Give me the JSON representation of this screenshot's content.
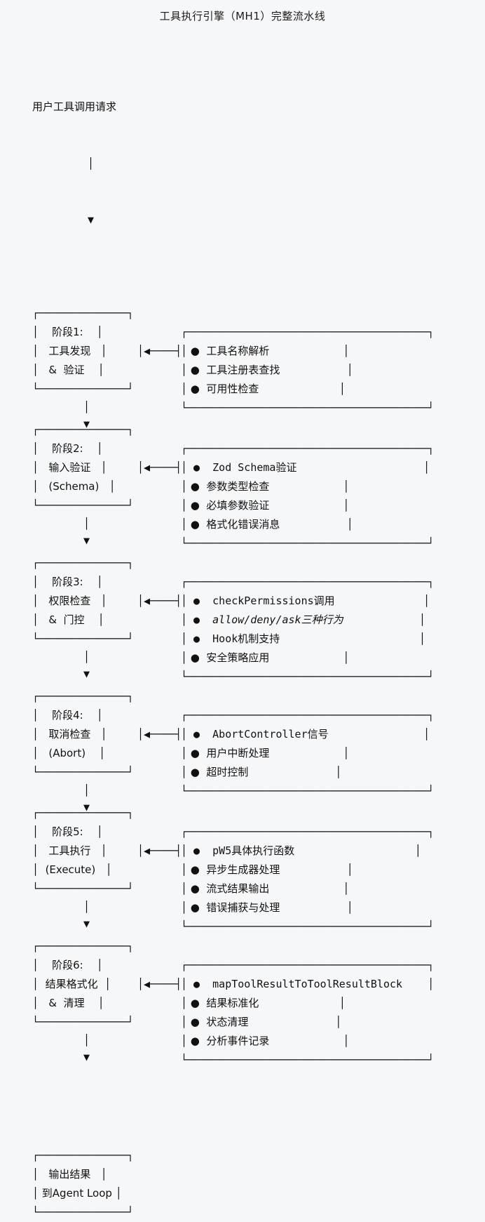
{
  "title": "工具执行引擎（MH1）完整流水线",
  "entry": {
    "label": "用户工具调用请求",
    "connector_bar": "│",
    "connector_arrow": "▼"
  },
  "glyphs": {
    "box_top": "┌──────────────┐",
    "box_bottom": "└──────────────┘",
    "pipe": "│",
    "bullet": "●",
    "down_bar": "│",
    "down_arrow": "▼",
    "link_arrow": "│◀────┤",
    "detail_top": "┌──────────────────────────────────────┐",
    "detail_bottom": "└──────────────────────────────────────┘"
  },
  "stages": [
    {
      "id": "stage-1",
      "box_lines": [
        "阶段1:",
        "工具发现",
        "&  验证"
      ],
      "details": [
        "工具名称解析",
        "工具注册表查找",
        "可用性检查"
      ],
      "detail_mono": [
        false,
        false,
        false
      ],
      "detail_italic": [
        false,
        false,
        false
      ]
    },
    {
      "id": "stage-2",
      "box_lines": [
        "阶段2:",
        "输入验证",
        "(Schema)"
      ],
      "details": [
        "Zod Schema验证",
        "参数类型检查",
        "必填参数验证",
        "格式化错误消息"
      ],
      "detail_mono": [
        true,
        false,
        false,
        false
      ],
      "detail_italic": [
        false,
        false,
        false,
        false
      ]
    },
    {
      "id": "stage-3",
      "box_lines": [
        "阶段3:",
        "权限检查",
        "&  门控"
      ],
      "details": [
        "checkPermissions调用",
        "allow/deny/ask三种行为",
        "Hook机制支持",
        "安全策略应用"
      ],
      "detail_mono": [
        true,
        true,
        true,
        false
      ],
      "detail_italic": [
        false,
        true,
        false,
        false
      ]
    },
    {
      "id": "stage-4",
      "box_lines": [
        "阶段4:",
        "取消检查",
        "(Abort)"
      ],
      "details": [
        "AbortController信号",
        "用户中断处理",
        "超时控制"
      ],
      "detail_mono": [
        true,
        false,
        false
      ],
      "detail_italic": [
        false,
        false,
        false
      ]
    },
    {
      "id": "stage-5",
      "box_lines": [
        "阶段5:",
        "工具执行",
        "(Execute)"
      ],
      "details": [
        "pW5具体执行函数",
        "异步生成器处理",
        "流式结果输出",
        "错误捕获与处理"
      ],
      "detail_mono": [
        true,
        false,
        false,
        false
      ],
      "detail_italic": [
        false,
        false,
        false,
        false
      ]
    },
    {
      "id": "stage-6",
      "box_lines": [
        "阶段6:",
        "结果格式化",
        "&  清理"
      ],
      "details": [
        "mapToolResultToToolResultBlock",
        "结果标准化",
        "状态清理",
        "分析事件记录"
      ],
      "detail_mono": [
        true,
        false,
        false,
        false
      ],
      "detail_italic": [
        false,
        false,
        false,
        false
      ]
    }
  ],
  "output": {
    "box_lines": [
      "输出结果",
      "到Agent Loop"
    ]
  },
  "colors": {
    "background": "#f6f7f9",
    "ink": "#111111"
  }
}
